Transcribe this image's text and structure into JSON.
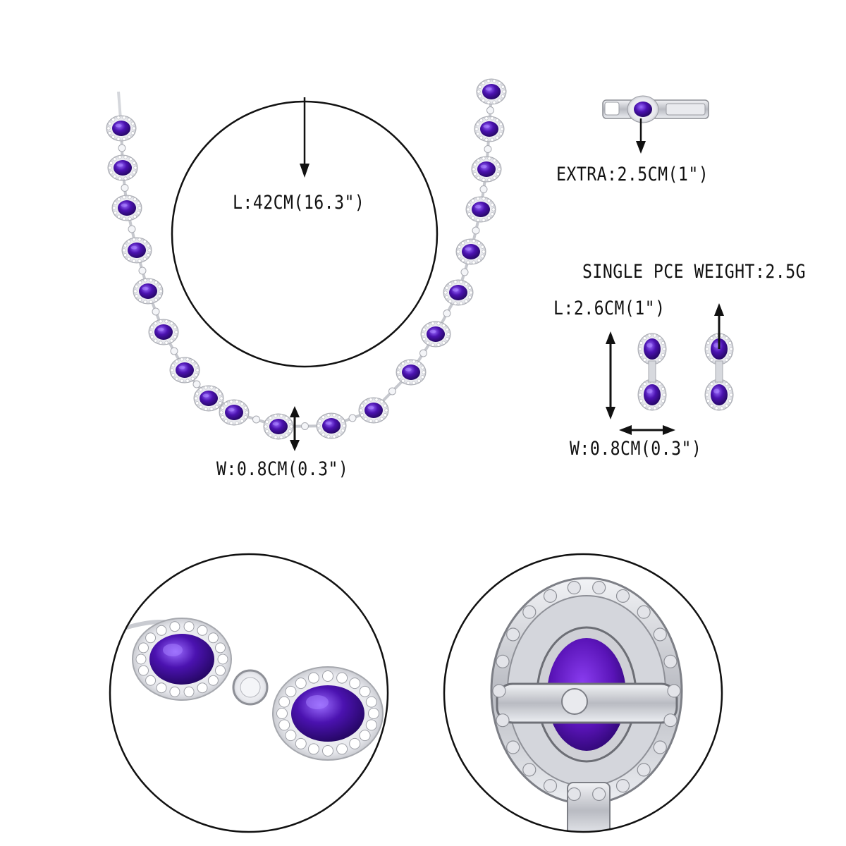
{
  "measurements": {
    "necklace_length": "L:42CM(16.3\")",
    "necklace_width": "W:0.8CM(0.3\")",
    "extender_length": "EXTRA:2.5CM(1\")",
    "earring_weight": "SINGLE PCE WEIGHT:2.5G",
    "earring_length": "L:2.6CM(1\")",
    "earring_width": "W:0.8CM(0.3\")"
  },
  "colors": {
    "gem": "#4b12b0",
    "gem_highlight": "#8f5cf0",
    "metal": "#d7d9de",
    "metal_dark": "#9a9ca3",
    "line": "#111111",
    "text": "#111111"
  }
}
